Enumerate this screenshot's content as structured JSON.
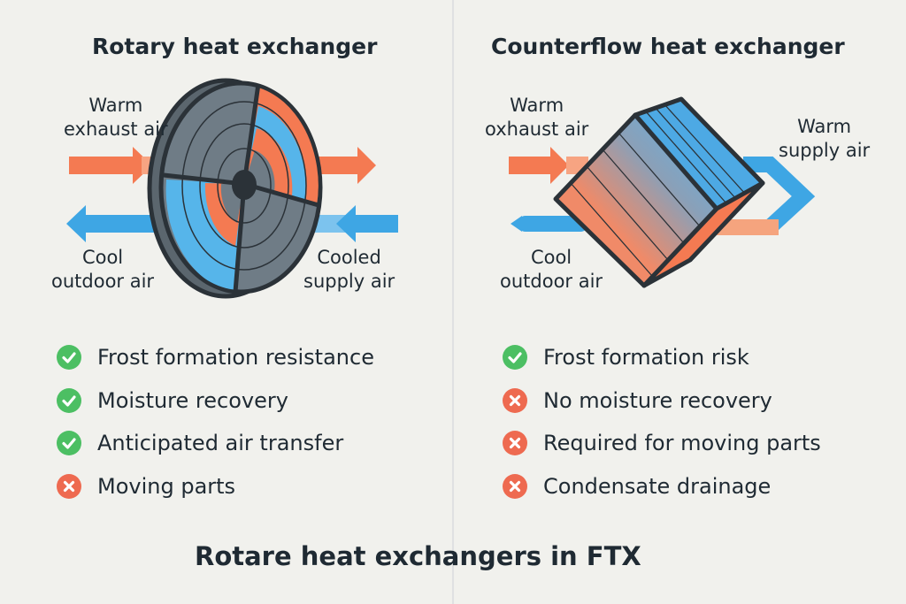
{
  "left": {
    "title": "Rotary heat exchanger",
    "labels": {
      "warm_exhaust": [
        "Warm",
        "exhaust air"
      ],
      "cool_outdoor": [
        "Cool",
        "outdoor air"
      ],
      "cooled_supply": [
        "Cooled",
        "supply air"
      ]
    },
    "features": [
      {
        "text": "Frost formation resistance",
        "status": "check"
      },
      {
        "text": "Moisture recovery",
        "status": "check"
      },
      {
        "text": "Anticipated air transfer",
        "status": "check"
      },
      {
        "text": "Moving parts",
        "status": "cross"
      }
    ]
  },
  "right": {
    "title": "Counterflow heat exchanger",
    "labels": {
      "warm_exhaust": [
        "Warm",
        "oxhaust air"
      ],
      "warm_supply": [
        "Warm",
        "supply air"
      ],
      "cool_outdoor": [
        "Cool",
        "outdoor air"
      ]
    },
    "features": [
      {
        "text": "Frost formation risk",
        "status": "check"
      },
      {
        "text": "No moisture recovery",
        "status": "cross"
      },
      {
        "text": "Required for moving parts",
        "status": "cross"
      },
      {
        "text": "Condensate drainage",
        "status": "cross"
      }
    ]
  },
  "footer": "Rotare heat exchangers in FTX",
  "colors": {
    "warm": "#f47a52",
    "cool": "#3ea6e4",
    "check": "#4cbf63",
    "cross": "#ee6a50",
    "wheel": "#6f7c86",
    "outline": "#2b3238",
    "background": "#f1f1ed"
  }
}
